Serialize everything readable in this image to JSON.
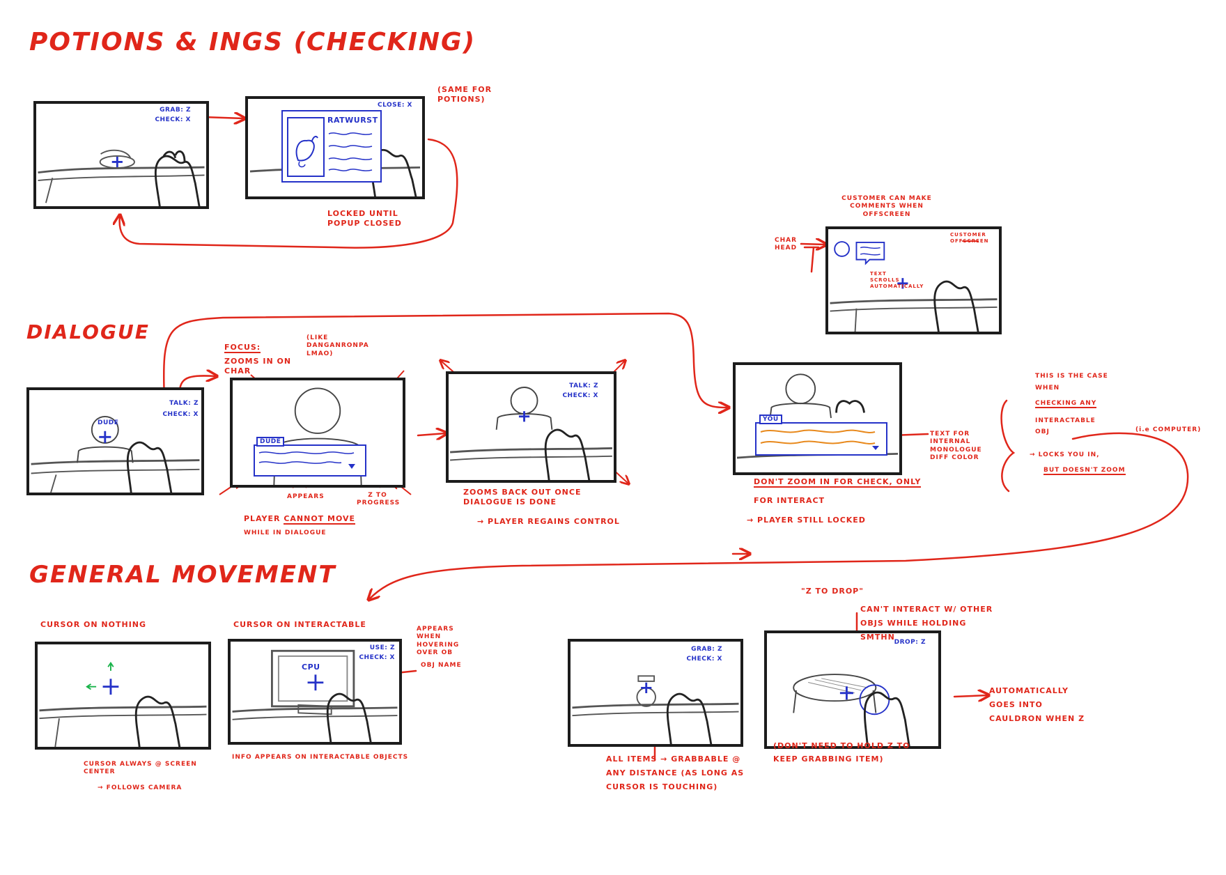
{
  "sections": {
    "potions": "POTIONS & INGS (CHECKING)",
    "dialogue": "DIALOGUE",
    "movement": "GENERAL MOVEMENT"
  },
  "potions": {
    "hud_grab": "GRAB: Z",
    "hud_check": "CHECK: X",
    "hud_close": "CLOSE: X",
    "popup_title": "RATWURST",
    "same_for_potions": "(SAME FOR POTIONS)",
    "locked_note": "LOCKED UNTIL POPUP CLOSED"
  },
  "offscreen": {
    "comments_note": "CUSTOMER CAN MAKE COMMENTS WHEN OFFSCREEN",
    "char_head": "CHAR HEAD",
    "customer_offscreen": "CUSTOMER OFFSCREEN",
    "text_scrolls": "TEXT SCROLLS AUTOMATICALLY"
  },
  "dialogue": {
    "hud_talk": "TALK: Z",
    "hud_check": "CHECK: X",
    "name_dude": "DUDE",
    "name_you": "YOU",
    "focus_label": "FOCUS:",
    "focus_text": "ZOOMS IN ON CHAR",
    "like_danganronpa": "(LIKE DANGANRONPA LMAO)",
    "appears": "APPEARS",
    "z_progress": "Z TO PROGRESS",
    "cannot_move_1": "PLAYER",
    "cannot_move_2": "CANNOT MOVE",
    "cannot_move_3": "WHILE IN DIALOGUE",
    "zoom_out": "ZOOMS BACK OUT ONCE DIALOGUE IS DONE",
    "regains": "→ PLAYER REGAINS CONTROL",
    "text_internal": "TEXT FOR INTERNAL MONOLOGUE DIFF COLOR",
    "dont_zoom_1": "DON'T ZOOM IN FOR CHECK, ONLY",
    "dont_zoom_2": "FOR INTERACT",
    "still_locked": "→ PLAYER STILL LOCKED",
    "case_1": "THIS IS THE CASE WHEN",
    "case_2": "CHECKING ANY",
    "case_3": "INTERACTABLE OBJ",
    "ie_computer": "(i.e COMPUTER)",
    "locks_you_in": "→ LOCKS YOU IN,",
    "but_doesnt": "BUT DOESN'T ZOOM"
  },
  "movement": {
    "cursor_nothing": "CURSOR ON NOTHING",
    "cursor_interact": "CURSOR ON INTERACTABLE",
    "hud_use": "USE: Z",
    "hud_check": "CHECK: X",
    "cpu_label": "CPU",
    "appears_hover": "APPEARS WHEN HOVERING OVER OB",
    "obj_name": "OBJ NAME",
    "cursor_center": "CURSOR ALWAYS @ SCREEN CENTER",
    "follows_camera": "→ FOLLOWS CAMERA",
    "info_appears": "INFO APPEARS ON INTERACTABLE OBJECTS",
    "hud_grab": "GRAB: Z",
    "hud_drop": "DROP: Z",
    "z_to_drop": "\"Z TO DROP\"",
    "cant_interact": "CAN'T INTERACT W/ OTHER OBJS WHILE HOLDING SMTHN",
    "all_items": "ALL ITEMS → GRABBABLE @ ANY DISTANCE (AS LONG AS CURSOR IS TOUCHING)",
    "dont_hold": "(DON'T NEED TO HOLD Z TO KEEP GRABBING ITEM)",
    "auto_cauldron": "AUTOMATICALLY GOES INTO CAULDRON WHEN Z"
  },
  "colors": {
    "annotation": "#e0261a",
    "ui": "#2532c8",
    "internal_text": "#e8891c",
    "cursor_alt": "#19b34a"
  }
}
